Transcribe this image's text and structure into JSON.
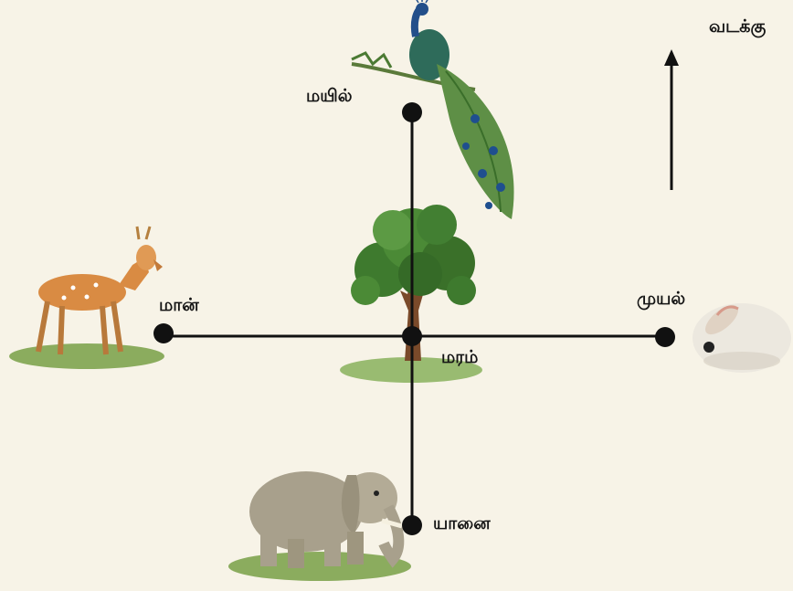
{
  "north_label": "வடக்கு",
  "places": {
    "peacock": "மயில்",
    "deer": "மான்",
    "tree": "மரம்",
    "rabbit": "முயல்",
    "elephant": "யானை"
  },
  "colors": {
    "background": "#f7f3e7",
    "line": "#111111",
    "foliage": "#3e7a2e",
    "trunk": "#7a4a2a",
    "deer": "#d98b43",
    "elephant": "#a8a08c",
    "peacock": "#2e6b5a"
  }
}
